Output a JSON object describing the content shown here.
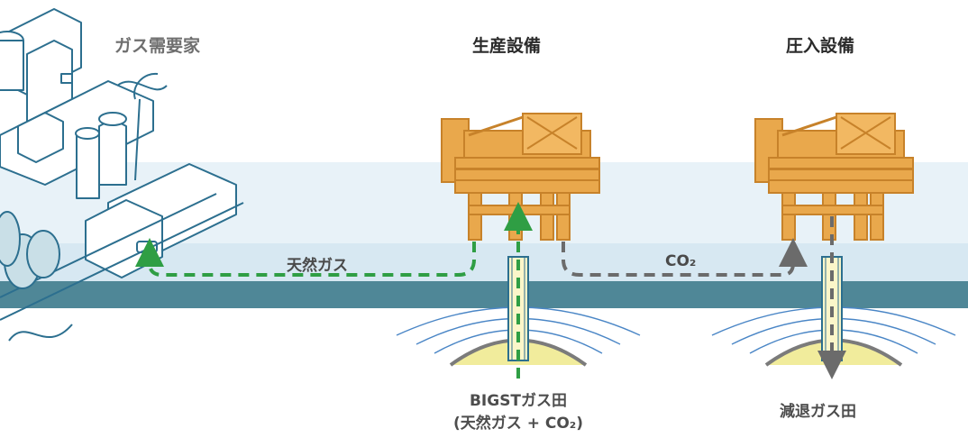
{
  "headings": {
    "consumer": "ガス需要家",
    "production": "生産設備",
    "injection": "圧入設備"
  },
  "flows": {
    "natural_gas": "天然ガス",
    "co2": "CO₂"
  },
  "fields": {
    "source_line1": "BIGSTガス田",
    "source_line2": "(天然ガス + CO₂)",
    "depleted": "減退ガス田"
  },
  "colors": {
    "gas_flow": "#2f9e44",
    "co2_flow": "#6b6b6b",
    "platform": "#e9a84c",
    "sea": "#dbeaf4",
    "seabed": "#4f8797",
    "reservoir": "#f1ec9c",
    "city_line": "#2c6f8f"
  }
}
